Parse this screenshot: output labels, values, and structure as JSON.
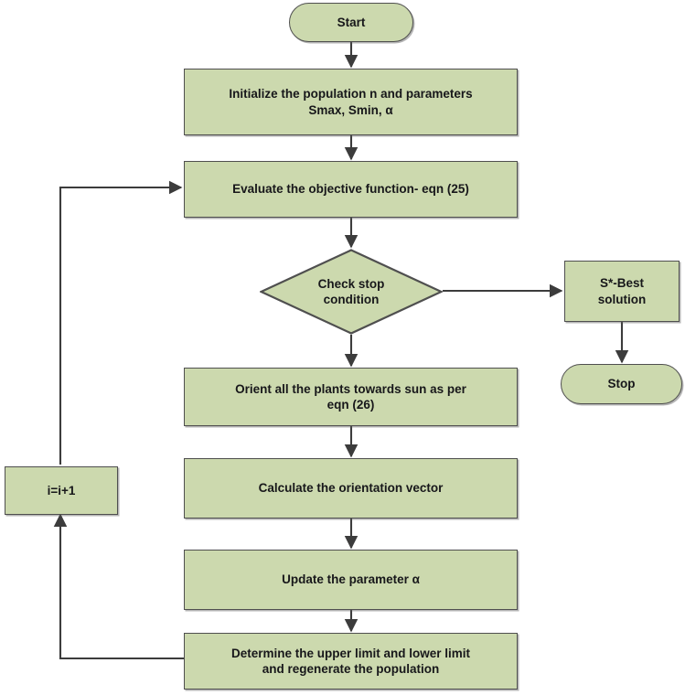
{
  "diagram": {
    "type": "flowchart",
    "title": "Sunflower optimization algorithm flowchart",
    "style": {
      "node_fill": "#ccd9ae",
      "node_border": "#4f4f4f",
      "text_color": "#17171a",
      "edge_color": "#3c3c3c",
      "background": "#ffffff"
    },
    "nodes": [
      {
        "id": "start",
        "shape": "terminator",
        "label": "Start"
      },
      {
        "id": "init",
        "shape": "process",
        "label": "Initialize the population n and parameters\nSmax, Smin, α"
      },
      {
        "id": "evaluate",
        "shape": "process",
        "label": "Evaluate the objective function- eqn (25)"
      },
      {
        "id": "check",
        "shape": "decision",
        "label": "Check stop\ncondition"
      },
      {
        "id": "best",
        "shape": "process",
        "label": "S*-Best\nsolution"
      },
      {
        "id": "stop",
        "shape": "terminator",
        "label": "Stop"
      },
      {
        "id": "orient",
        "shape": "process",
        "label": "Orient all the plants towards sun as per\neqn (26)"
      },
      {
        "id": "calculate",
        "shape": "process",
        "label": "Calculate the orientation vector"
      },
      {
        "id": "update",
        "shape": "process",
        "label": "Update the parameter α"
      },
      {
        "id": "determine",
        "shape": "process",
        "label": "Determine the upper limit and lower limit\nand regenerate the population"
      },
      {
        "id": "increment",
        "shape": "process",
        "label": "i=i+1"
      }
    ],
    "edges": [
      {
        "from": "start",
        "to": "init",
        "label": ""
      },
      {
        "from": "init",
        "to": "evaluate",
        "label": ""
      },
      {
        "from": "evaluate",
        "to": "check",
        "label": ""
      },
      {
        "from": "check",
        "to": "best",
        "label": ""
      },
      {
        "from": "check",
        "to": "orient",
        "label": ""
      },
      {
        "from": "best",
        "to": "stop",
        "label": ""
      },
      {
        "from": "orient",
        "to": "calculate",
        "label": ""
      },
      {
        "from": "calculate",
        "to": "update",
        "label": ""
      },
      {
        "from": "update",
        "to": "determine",
        "label": ""
      },
      {
        "from": "determine",
        "to": "increment",
        "label": ""
      },
      {
        "from": "increment",
        "to": "evaluate",
        "label": ""
      }
    ]
  }
}
